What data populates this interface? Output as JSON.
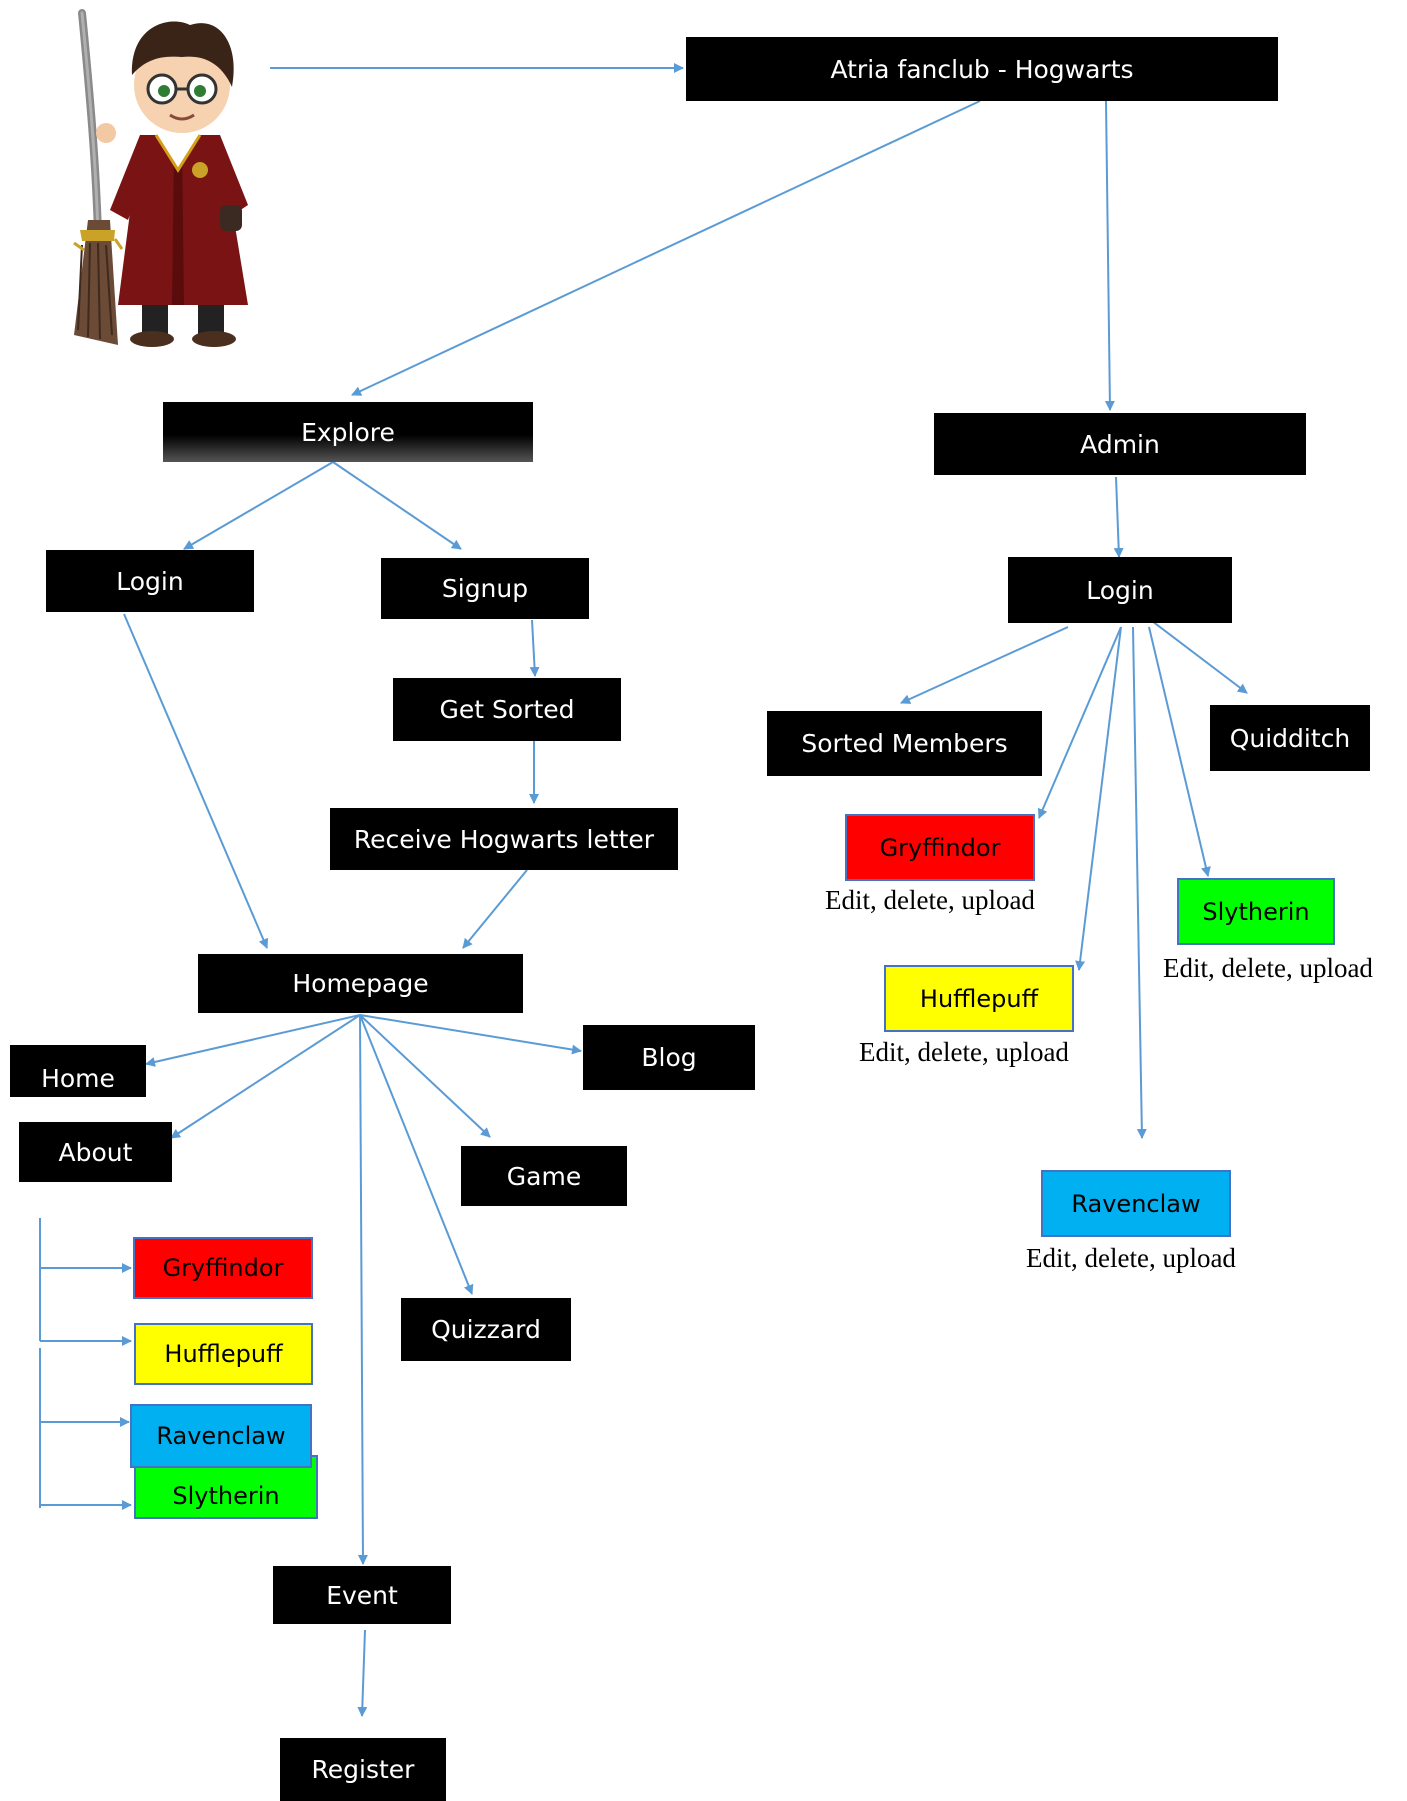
{
  "colors": {
    "arrow": "#5b9bd5",
    "node_bg": "#000000",
    "node_text": "#ffffff",
    "gryffindor": "#ff0000",
    "hufflepuff": "#ffff00",
    "ravenclaw": "#00b0f0",
    "slytherin": "#00ff00"
  },
  "mascot": {
    "icon": "wizard-with-broom-icon"
  },
  "nodes": {
    "title": "Atria fanclub - Hogwarts",
    "explore": "Explore",
    "admin": "Admin",
    "login_user": "Login",
    "signup": "Signup",
    "get_sorted": "Get Sorted",
    "receive_letter": "Receive Hogwarts letter",
    "homepage": "Homepage",
    "home": "Home",
    "about": "About",
    "blog": "Blog",
    "game": "Game",
    "quizzard": "Quizzard",
    "event": "Event",
    "register": "Register",
    "about_houses": {
      "gryffindor": "Gryffindor",
      "hufflepuff": "Hufflepuff",
      "ravenclaw": "Ravenclaw",
      "slytherin": "Slytherin"
    },
    "login_admin": "Login",
    "sorted_members": "Sorted Members",
    "quidditch": "Quidditch",
    "admin_houses": {
      "gryffindor": "Gryffindor",
      "hufflepuff": "Hufflepuff",
      "ravenclaw": "Ravenclaw",
      "slytherin": "Slytherin"
    }
  },
  "captions": {
    "gryffindor": "Edit, delete, upload",
    "hufflepuff": "Edit, delete, upload",
    "ravenclaw": "Edit, delete, upload",
    "slytherin": "Edit, delete, upload"
  }
}
